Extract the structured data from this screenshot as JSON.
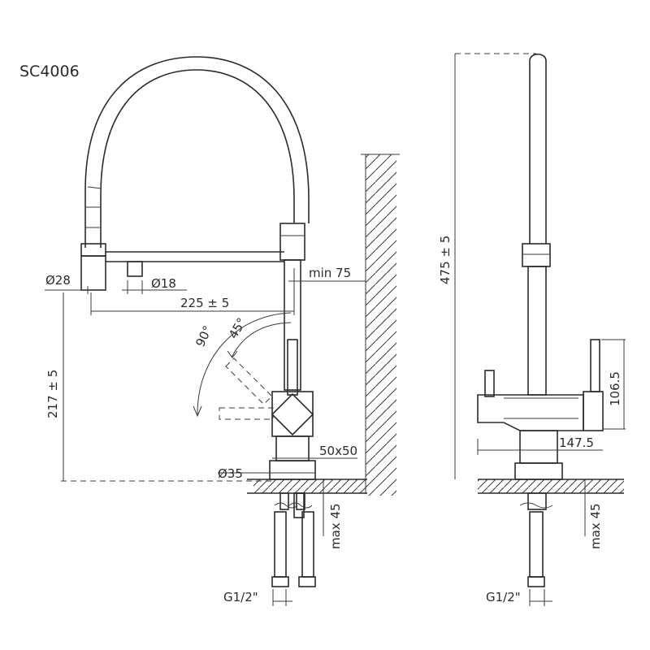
{
  "model": "SC4006",
  "dimensions": {
    "spout_diameter": "Ø28",
    "spray_diameter": "Ø18",
    "reach": "225 ± 5",
    "wall_clearance": "min 75",
    "rotation_90": "90°",
    "rotation_45": "45°",
    "spout_height": "217 ± 5",
    "body_size": "50x50",
    "base_diameter": "Ø35",
    "max_thickness_front": "max 45",
    "connection_front": "G1/2\"",
    "total_height": "475 ± 5",
    "handle_height": "106.5",
    "handle_width": "147.5",
    "max_thickness_side": "max 45",
    "connection_side": "G1/2\""
  }
}
